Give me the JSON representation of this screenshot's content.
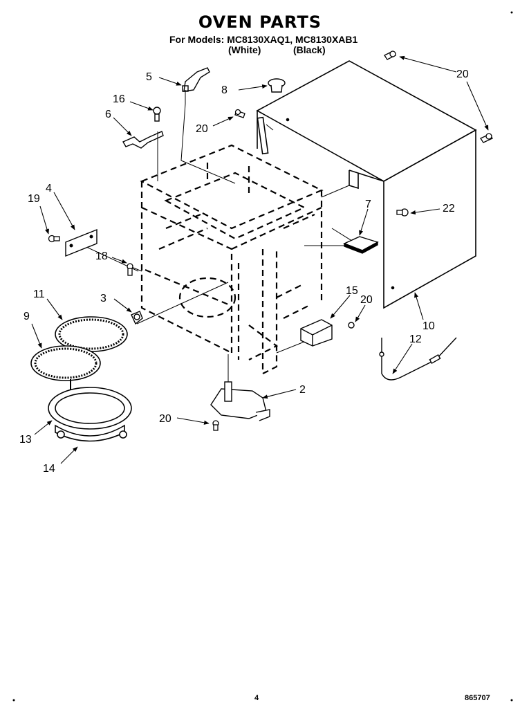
{
  "header": {
    "title": "OVEN PARTS",
    "models_line": "For Models: MC8130XAQ1, MC8130XAB1",
    "variant_white": "(White)",
    "variant_black": "(Black)"
  },
  "parts": {
    "c20a": "20",
    "c5": "5",
    "c8": "8",
    "c16": "16",
    "c6": "6",
    "c20b": "20",
    "c4": "4",
    "c19": "19",
    "c7": "7",
    "c22": "22",
    "c18": "18",
    "c3": "3",
    "c11": "11",
    "c9": "9",
    "c15": "15",
    "c20c": "20",
    "c10": "10",
    "c12": "12",
    "c2": "2",
    "c20d": "20",
    "c13": "13",
    "c14": "14"
  },
  "footer": {
    "page_number": "4",
    "doc_number": "865707"
  }
}
